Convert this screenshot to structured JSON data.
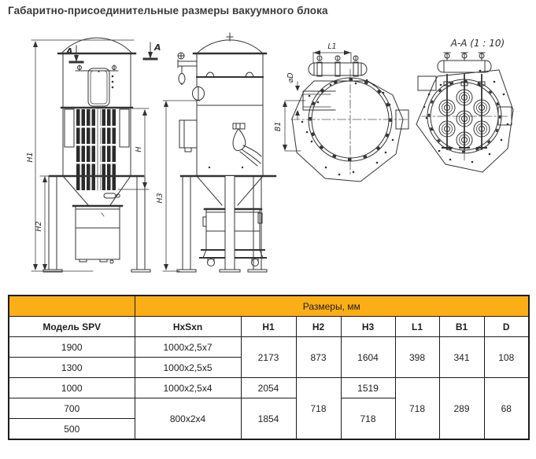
{
  "title": "Габаритно-присоединительные размеры вакуумного блока",
  "drawing": {
    "section_marker": "A",
    "section_view_title": "А-А (1 : 10)",
    "dim_labels": {
      "h1": "H1",
      "h2": "H2",
      "h": "H",
      "h3": "H3",
      "l1": "L1",
      "d": "⌀D",
      "b1": "B1"
    }
  },
  "table": {
    "group_header": "Размеры, мм",
    "columns": [
      "Модель SPV",
      "HxSxn",
      "H1",
      "H2",
      "H3",
      "L1",
      "B1",
      "D"
    ],
    "models": {
      "r1": "1900",
      "r2": "1300",
      "r3": "1000",
      "r4": "700",
      "r5": "500"
    },
    "values": {
      "hxs_1900": "1000x2,5x7",
      "hxs_1300": "1000x2,5x5",
      "hxs_1000": "1000x2,5x4",
      "hxs_700_500": "800x2x4",
      "h1_1900_1300": "2173",
      "h1_1000": "2054",
      "h1_700_500": "1854",
      "h2_1900_1300": "873",
      "h2_1000_700_500": "718",
      "h3_1900_1300": "1604",
      "h3_1000": "1519",
      "h3_700_500": "718",
      "l1_1900_1300": "398",
      "l1_1000_700_500": "718",
      "b1_1900_1300": "341",
      "b1_1000_700_500": "289",
      "d_1900_1300": "108",
      "d_1000_700_500": "68"
    }
  },
  "colors": {
    "accent": "#FCAE17",
    "header_text": "#FFFFFF",
    "line": "#333333"
  }
}
